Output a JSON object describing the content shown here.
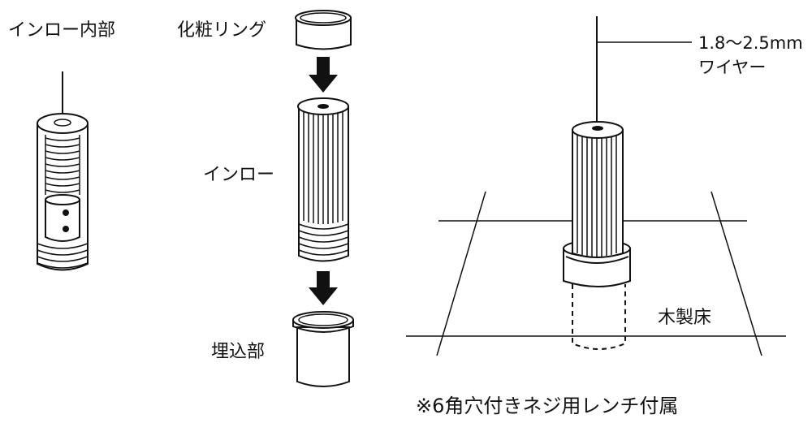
{
  "labels": {
    "inro_interior": "インロー内部",
    "cosmetic_ring": "化粧リング",
    "inro": "インロー",
    "embedded_part": "埋込部",
    "wire_size": "1.8〜2.5mm",
    "wire": "ワイヤー",
    "wooden_floor": "木製床",
    "note": "※6角穴付きネジ用レンチ付属"
  },
  "colors": {
    "line": "#111111",
    "background": "#ffffff",
    "hole": "#111111"
  }
}
